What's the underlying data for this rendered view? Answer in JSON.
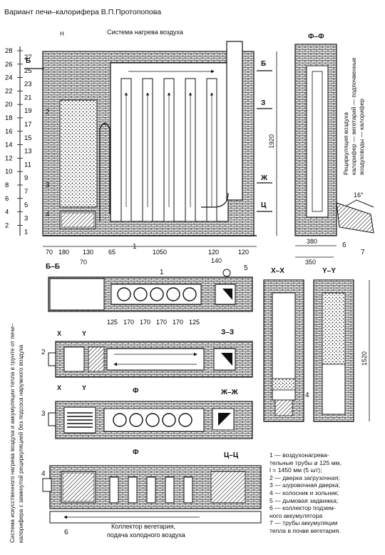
{
  "title": "Вариант печи–калорифера В.П.Протопопова",
  "system_label": "Система нагрева воздуха",
  "scale_marker": "H",
  "vertical_scale": {
    "left": [
      "28",
      "26",
      "24",
      "22",
      "20",
      "18",
      "16",
      "14",
      "12",
      "10",
      "8",
      "6",
      "4",
      "2"
    ],
    "right": [
      "27",
      "25",
      "23",
      "21",
      "19",
      "17",
      "15",
      "13",
      "11",
      "9",
      "7",
      "5",
      "3",
      "1"
    ]
  },
  "section_marks": {
    "b": "Б",
    "z": "З",
    "zh": "Ж",
    "ts": "Ц",
    "f_f": "Ф–Ф",
    "b_b": "Б–Б",
    "z_z": "З–З",
    "zh_zh": "Ж–Ж",
    "ts_ts": "Ц–Ц",
    "x_x": "Х–Х",
    "y_y": "Y–Y",
    "x": "Х",
    "y": "Y",
    "f": "Ф"
  },
  "callouts": {
    "n1": "1",
    "n2": "2",
    "n3": "3",
    "n4": "4",
    "n5": "5",
    "n6": "6",
    "n7": "7"
  },
  "dimensions": {
    "bottom": [
      "70",
      "180",
      "130",
      "65",
      "1050",
      "120",
      "120"
    ],
    "bottom_sub": "70",
    "height_main": "1920",
    "right_bottom": [
      "380",
      "350"
    ],
    "pipe_spacing": [
      "125",
      "170",
      "170",
      "170",
      "170",
      "125"
    ],
    "pipe_offset": "140",
    "height_section": "1520"
  },
  "recirculation_label": [
    "Рециркуляция воздуха",
    "калорифер — вегетарий — подпочвенные",
    "воздуховоды — калорифер"
  ],
  "angle": "16°",
  "collector_label": [
    "Коллектор вегетария,",
    "подача холодного воздуха"
  ],
  "side_caption": [
    "Система искусственного нагрева воздуха и аккумуляции тепла в грунте от печи–",
    "калорифера с замкнутой рециркуляцией без подсоса наружного воздуха"
  ],
  "legend": [
    "1  —  воздухонагрева-\nтельные трубы ⌀ 125 мм,\nl = 1450 мм (5 шт);",
    "2 — дверка загрузочная;",
    "3 — шуровочная дверка;",
    "4 — колосник и зольник;",
    "5 — дымовая задвижка;",
    "6 — коллектор подзем-\nного аккумулятора",
    "7 — трубы аккумуляции\nтепла в почве вегетария."
  ]
}
